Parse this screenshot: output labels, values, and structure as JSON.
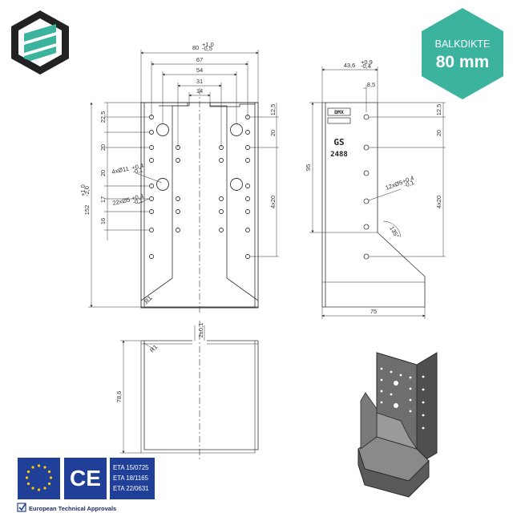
{
  "badge": {
    "title": "BALKDIKTE",
    "value": "80 mm",
    "color": "#3bb39e"
  },
  "logo": {
    "name": "brand-logo",
    "colors": [
      "#222222",
      "#3bb39e"
    ]
  },
  "front_view": {
    "dims_top": [
      "80",
      "67",
      "54",
      "31",
      "14"
    ],
    "dim_80_tol": [
      "+1,0",
      "-0,5"
    ],
    "dims_right": [
      "12,5",
      "20",
      "4x20"
    ],
    "dims_left": [
      "22,5",
      "20",
      "20",
      "17",
      "16"
    ],
    "height_label": "152",
    "height_tol": [
      "+1,0",
      "-2,0"
    ],
    "hole_label_1": "4xØ11",
    "hole_label_1_tol": [
      "+0,4",
      "-0,1"
    ],
    "hole_label_2": "22xØ5",
    "hole_label_2_tol": [
      "+0,4",
      "-0,1"
    ],
    "radius_label": "R1"
  },
  "side_view": {
    "dim_top": "43,6",
    "dim_top_tol": [
      "+0,9",
      "-0,4"
    ],
    "dim_small": "8,5",
    "dims_right": [
      "12,5",
      "20",
      "4x20"
    ],
    "dim_left": "95",
    "hole_label": "12xØ5",
    "hole_label_tol": [
      "+0,4",
      "-0,1"
    ],
    "angle_label": "135°",
    "dim_bottom": "75",
    "stamp_lines": [
      "GS",
      "2488"
    ]
  },
  "bottom_view": {
    "thickness_label": "2±0,1",
    "radius_label": "R1",
    "height_label": "78,6"
  },
  "certifications": {
    "approvals": [
      "ETA 15/0725",
      "ETA 18/1165",
      "ETA 22/0631"
    ],
    "footer": "European Technical Approvals",
    "ce_mark": "CE",
    "eu_blue": "#1f3f99",
    "eu_star": "#ffcc00"
  }
}
